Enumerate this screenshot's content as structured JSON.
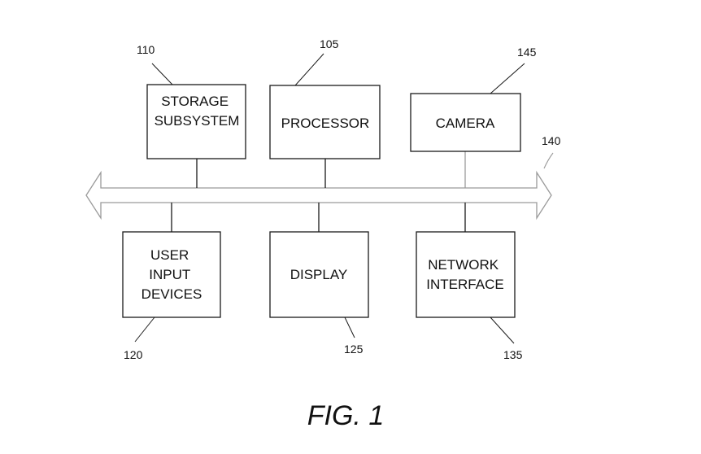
{
  "colors": {
    "stroke": "#1a1a1a",
    "bus_stroke": "#9a9a9a",
    "background": "#ffffff"
  },
  "bus": {
    "ref": "140"
  },
  "blocks": [
    {
      "id": "storage-subsystem",
      "ref": "110",
      "lines": [
        "STORAGE",
        "SUBSYSTEM"
      ]
    },
    {
      "id": "processor",
      "ref": "105",
      "lines": [
        "PROCESSOR"
      ]
    },
    {
      "id": "camera",
      "ref": "145",
      "lines": [
        "CAMERA"
      ]
    },
    {
      "id": "user-input-devices",
      "ref": "120",
      "lines": [
        "USER",
        "INPUT",
        "DEVICES"
      ]
    },
    {
      "id": "display",
      "ref": "125",
      "lines": [
        "DISPLAY"
      ]
    },
    {
      "id": "network-interface",
      "ref": "135",
      "lines": [
        "NETWORK",
        "INTERFACE"
      ]
    }
  ],
  "caption": "FIG. 1"
}
